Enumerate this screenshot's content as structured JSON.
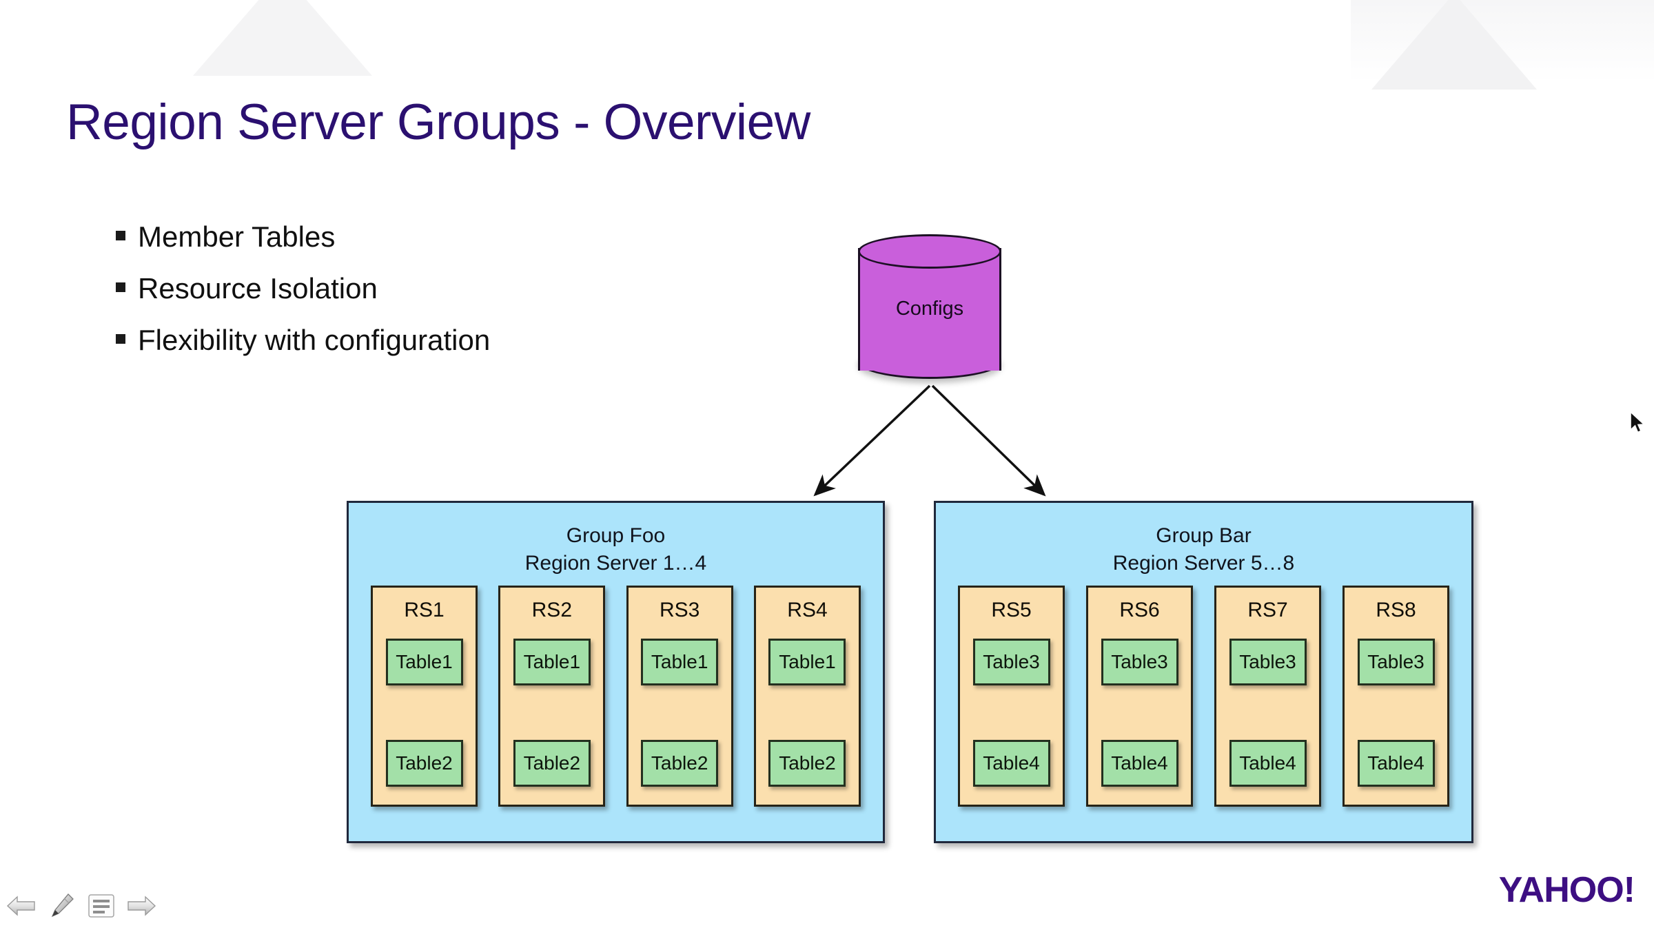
{
  "slide": {
    "title": "Region Server Groups - Overview",
    "bullets": [
      "Member Tables",
      "Resource Isolation",
      "Flexibility with configuration"
    ],
    "config_store": {
      "label": "Configs"
    },
    "groups": [
      {
        "name": "Group Foo",
        "subtitle": "Region Server 1…4",
        "servers": [
          {
            "label": "RS1",
            "tables": [
              "Table1",
              "Table2"
            ]
          },
          {
            "label": "RS2",
            "tables": [
              "Table1",
              "Table2"
            ]
          },
          {
            "label": "RS3",
            "tables": [
              "Table1",
              "Table2"
            ]
          },
          {
            "label": "RS4",
            "tables": [
              "Table1",
              "Table2"
            ]
          }
        ]
      },
      {
        "name": "Group Bar",
        "subtitle": "Region Server 5…8",
        "servers": [
          {
            "label": "RS5",
            "tables": [
              "Table3",
              "Table4"
            ]
          },
          {
            "label": "RS6",
            "tables": [
              "Table3",
              "Table4"
            ]
          },
          {
            "label": "RS7",
            "tables": [
              "Table3",
              "Table4"
            ]
          },
          {
            "label": "RS8",
            "tables": [
              "Table3",
              "Table4"
            ]
          }
        ]
      }
    ],
    "brand": "YAHOO!",
    "colors": {
      "title": "#2b1070",
      "group_panel": "#ace4fb",
      "region_server": "#fbdfae",
      "table": "#a3e0a8",
      "config_cylinder": "#c95fdb",
      "brand": "#3d0f82"
    }
  },
  "toolbar": {
    "items": [
      {
        "name": "previous-slide",
        "icon": "left-arrow-icon"
      },
      {
        "name": "pen-tool",
        "icon": "pen-icon"
      },
      {
        "name": "slide-menu",
        "icon": "menu-icon"
      },
      {
        "name": "next-slide",
        "icon": "right-arrow-icon"
      }
    ]
  }
}
